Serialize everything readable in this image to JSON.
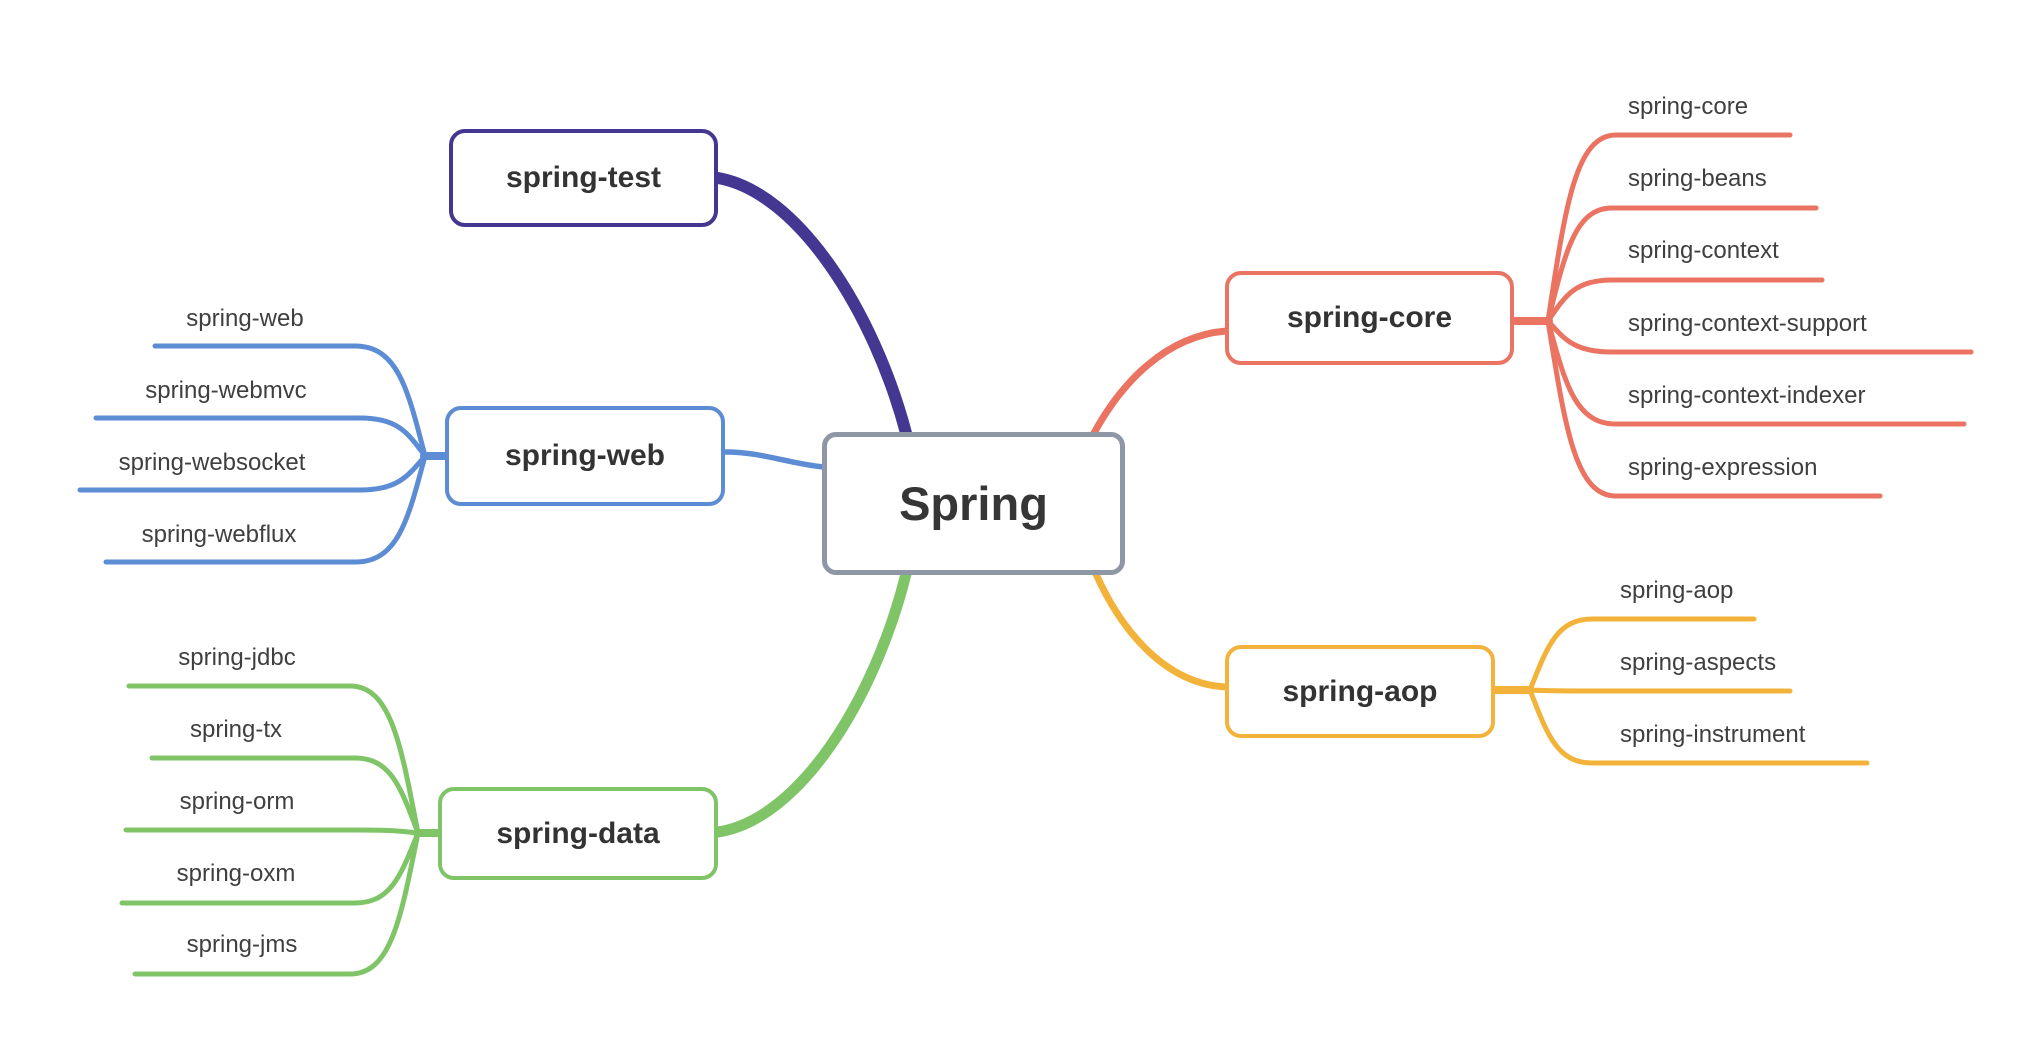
{
  "root": {
    "label": "Spring",
    "border_color": "#8d97a6",
    "text_color": "#363636"
  },
  "leaf_text_color": "#3f3f3f",
  "branches": {
    "test": {
      "label": "spring-test",
      "color": "#433792",
      "children": []
    },
    "web": {
      "label": "spring-web",
      "color": "#5b8cd4",
      "children": [
        "spring-web",
        "spring-webmvc",
        "spring-websocket",
        "spring-webflux"
      ]
    },
    "data": {
      "label": "spring-data",
      "color": "#7fc466",
      "children": [
        "spring-jdbc",
        "spring-tx",
        "spring-orm",
        "spring-oxm",
        "spring-jms"
      ]
    },
    "core": {
      "label": "spring-core",
      "color": "#ea7361",
      "children": [
        "spring-core",
        "spring-beans",
        "spring-context",
        "spring-context-support",
        "spring-context-indexer",
        "spring-expression"
      ]
    },
    "aop": {
      "label": "spring-aop",
      "color": "#f3b33a",
      "children": [
        "spring-aop",
        "spring-aspects",
        "spring-instrument"
      ]
    }
  }
}
